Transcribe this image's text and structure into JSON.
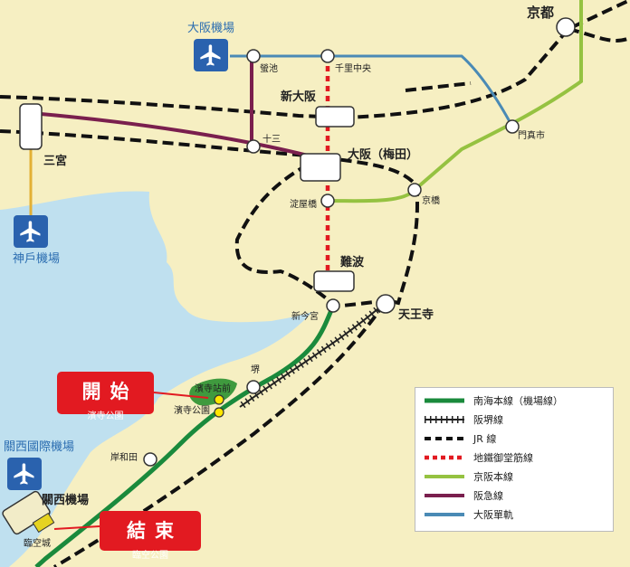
{
  "stations": {
    "kyoto": "京都",
    "hotarugaike": "螢池",
    "senrichuo": "千里中央",
    "shinosaka": "新大阪",
    "juso": "十三",
    "sannomiya": "三宮",
    "osaka_umeda": "大阪（梅田）",
    "kadoma": "門真市",
    "kyobashi": "京橋",
    "yodoyabashi": "淀屋橋",
    "namba": "難波",
    "shinimamiya": "新今宮",
    "tennoji": "天王寺",
    "sakai": "堺",
    "hamadera_ekimae": "濱寺站前",
    "hamadera_koen": "濱寺公園",
    "kishiwada": "岸和田",
    "kansai_airport_station": "關西機場",
    "rinku_town": "臨空城"
  },
  "airports": {
    "osaka": "大阪機場",
    "kobe": "神戶機場",
    "kansai": "關西國際機場"
  },
  "icons": {
    "airport": "airplane-icon"
  },
  "markers": {
    "start": {
      "title": "開始",
      "sub": "濱寺公園"
    },
    "end": {
      "title": "結束",
      "sub": "臨空公園"
    }
  },
  "legend": [
    {
      "label": "南海本線（機場線）",
      "style": "solid",
      "color": "#1a8a3c"
    },
    {
      "label": "阪堺線",
      "style": "ladder",
      "color": "#222222"
    },
    {
      "label": "JR 線",
      "style": "dashed",
      "color": "#111111"
    },
    {
      "label": "地鐵御堂筋線",
      "style": "dotted",
      "color": "#e21a21"
    },
    {
      "label": "京阪本線",
      "style": "solid",
      "color": "#95c241"
    },
    {
      "label": "阪急線",
      "style": "solid",
      "color": "#7a1f4e"
    },
    {
      "label": "大阪單軌",
      "style": "solid",
      "color": "#4a8ab5"
    }
  ],
  "colors": {
    "land": "#f6efc2",
    "sea": "#bfe0ef",
    "nankai": "#1a8a3c",
    "jr": "#111111",
    "subway": "#e21a21",
    "keihan": "#95c241",
    "hankyu": "#7a1f4e",
    "monorail": "#4a8ab5",
    "airport_blue": "#2a62ae",
    "marker_red": "#e21a21"
  }
}
